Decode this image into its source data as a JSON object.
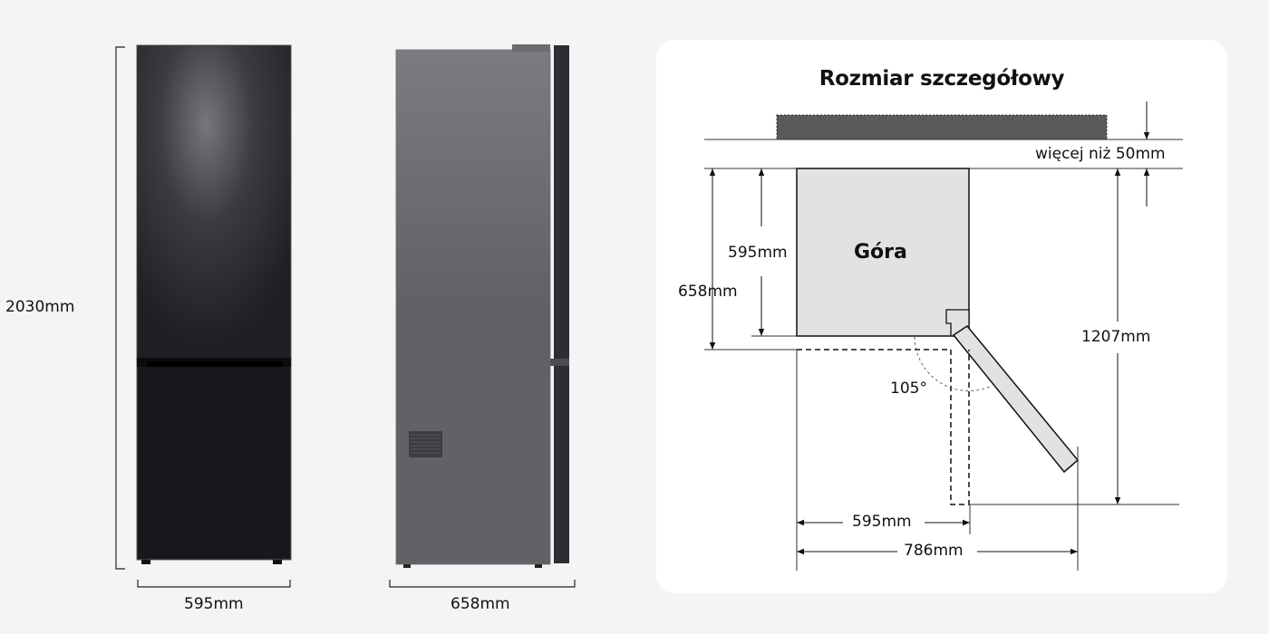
{
  "front_view": {
    "height_label": "2030mm",
    "width_label": "595mm"
  },
  "side_view": {
    "depth_label": "658mm"
  },
  "detail_panel": {
    "title": "Rozmiar szczegółowy",
    "clearance_label": "więcej niż 50mm",
    "body_label": "Góra",
    "depth_without_door_label": "595mm",
    "depth_with_door_label": "658mm",
    "door_angle_label": "105°",
    "open_depth_label": "1207mm",
    "width_label": "595mm",
    "open_width_label": "786mm"
  },
  "colors": {
    "background": "#f4f4f4",
    "panel": "#ffffff",
    "fridge_front": "#1c1d20",
    "fridge_side": "#5e6064",
    "top_view_body": "#e2e2e2",
    "wall": "#5a5a5a"
  }
}
